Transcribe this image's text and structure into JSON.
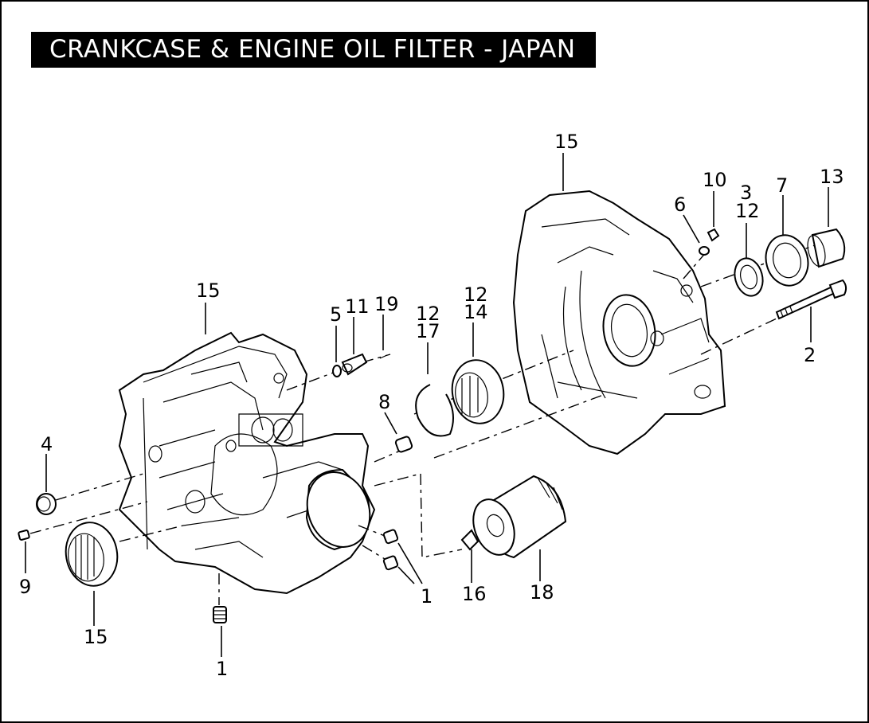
{
  "title": "CRANKCASE & ENGINE OIL FILTER - JAPAN",
  "callouts": {
    "c15_right": "15",
    "c10": "10",
    "c3": "3",
    "c7": "7",
    "c13": "13",
    "c6": "6",
    "c12_right": "12",
    "c2": "2",
    "c15_left_top": "15",
    "c5": "5",
    "c11": "11",
    "c19": "19",
    "c12_17a": "12",
    "c17": "17",
    "c12_14a": "12",
    "c14": "14",
    "c8": "8",
    "c4": "4",
    "c9": "9",
    "c15_bottom": "15",
    "c1_bottom": "1",
    "c1_right": "1",
    "c16": "16",
    "c18": "18"
  }
}
